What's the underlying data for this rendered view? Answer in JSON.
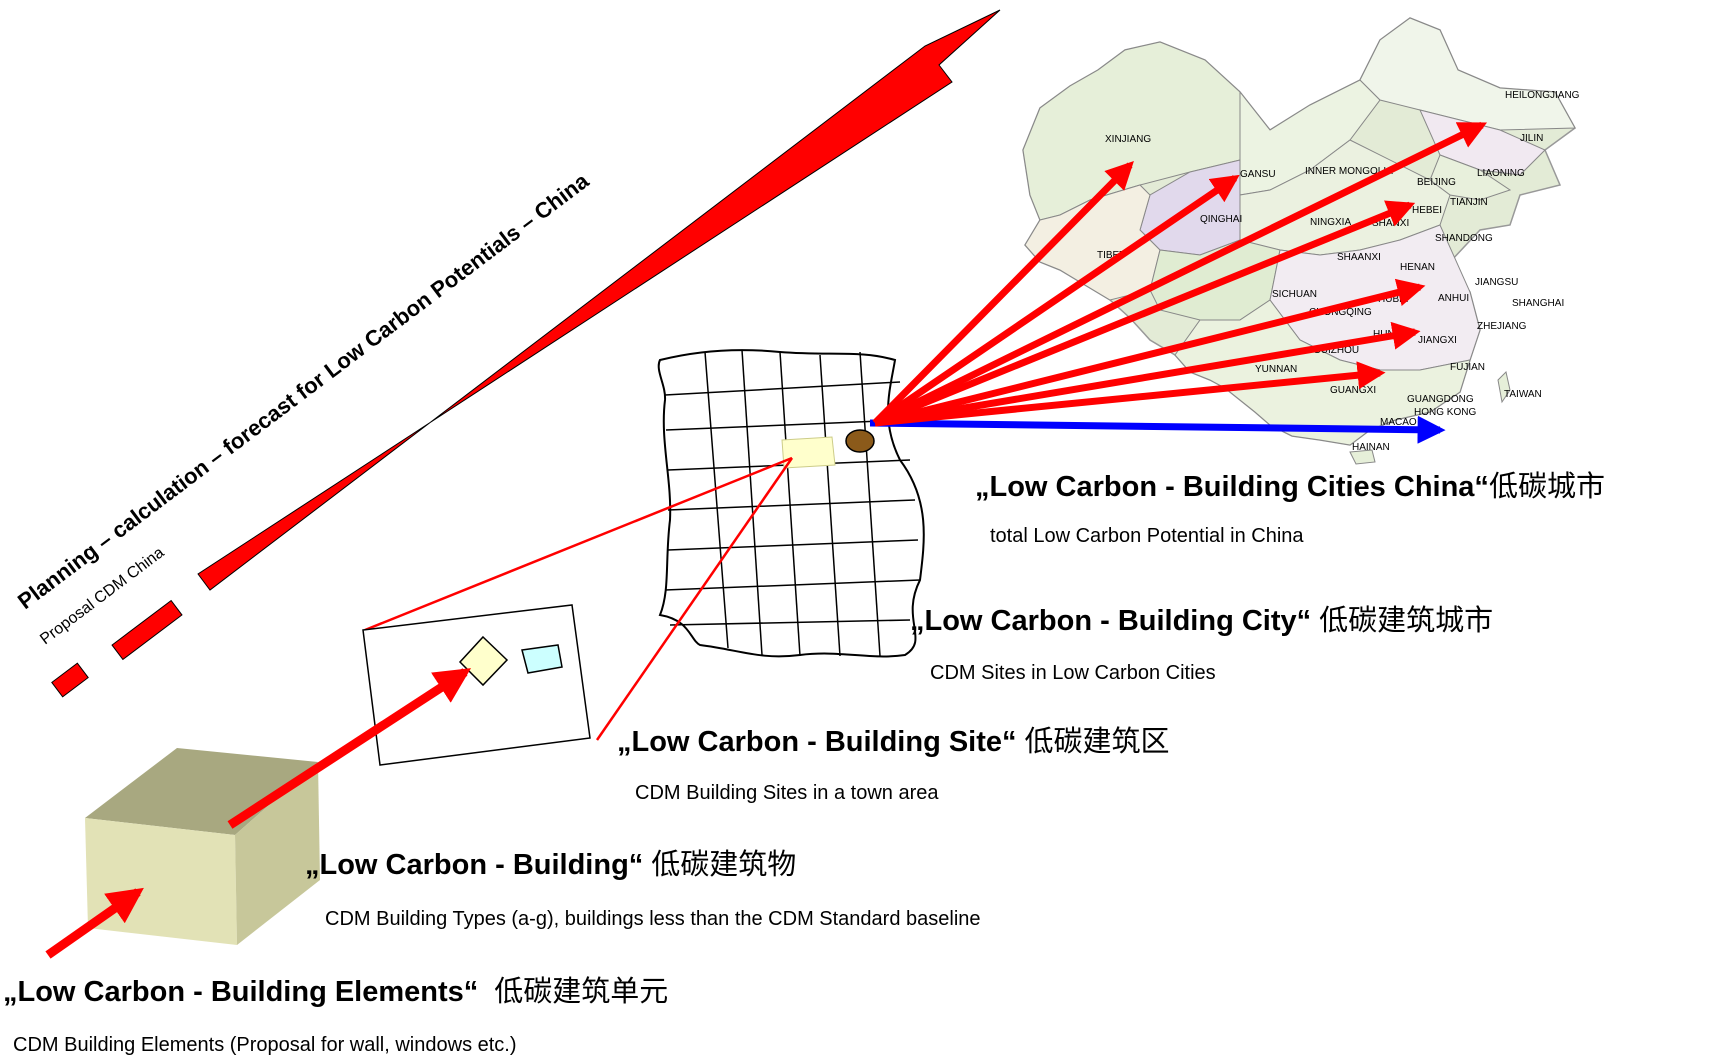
{
  "diagonal": {
    "title": "Planning – calculation – forecast  for Low Carbon Potentials – China",
    "subtitle": "Proposal CDM China"
  },
  "levels": [
    {
      "title": "„Low Carbon - Building Cities China“",
      "chinese": "低碳城市",
      "desc": "total Low Carbon Potential in China"
    },
    {
      "title": "„Low Carbon - Building City“",
      "chinese": "低碳建筑城市",
      "desc": "CDM Sites in Low Carbon Cities"
    },
    {
      "title": "„Low Carbon - Building Site“",
      "chinese": "低碳建筑区",
      "desc": "CDM Building Sites in a town area"
    },
    {
      "title": "„Low Carbon - Building“",
      "chinese": "低碳建筑物",
      "desc": "CDM Building Types (a-g), buildings less than the CDM Standard baseline"
    },
    {
      "title": "„Low Carbon - Building Elements“",
      "chinese": "低碳建筑单元",
      "desc": "CDM Building Elements (Proposal for wall, windows etc.)"
    }
  ],
  "map": {
    "provinces": [
      "HEILONGJIANG",
      "JILIN",
      "LIAONING",
      "XINJIANG",
      "GANSU",
      "INNER MONGOLIA",
      "BEIJING",
      "TIANJIN",
      "HEBEI",
      "QINGHAI",
      "NINGXIA",
      "SHANXI",
      "SHANDONG",
      "TIBET",
      "SHAANXI",
      "HENAN",
      "JIANGSU",
      "SICHUAN",
      "HUBEI",
      "ANHUI",
      "SHANGHAI",
      "CHONGQING",
      "ZHEJIANG",
      "HUNAN",
      "JIANGXI",
      "GUIZHOU",
      "FUJIAN",
      "YUNNAN",
      "GUANGXI",
      "GUANGDONG",
      "TAIWAN",
      "HONG KONG",
      "MACAO",
      "HAINAN"
    ]
  },
  "colors": {
    "arrow": "#ff0000",
    "blue_arrow": "#0000ff",
    "box_face": "#e2e2b6",
    "site_yellow": "#ffffcc",
    "site_cyan": "#ccffff",
    "marker": "#8b5a1a"
  }
}
